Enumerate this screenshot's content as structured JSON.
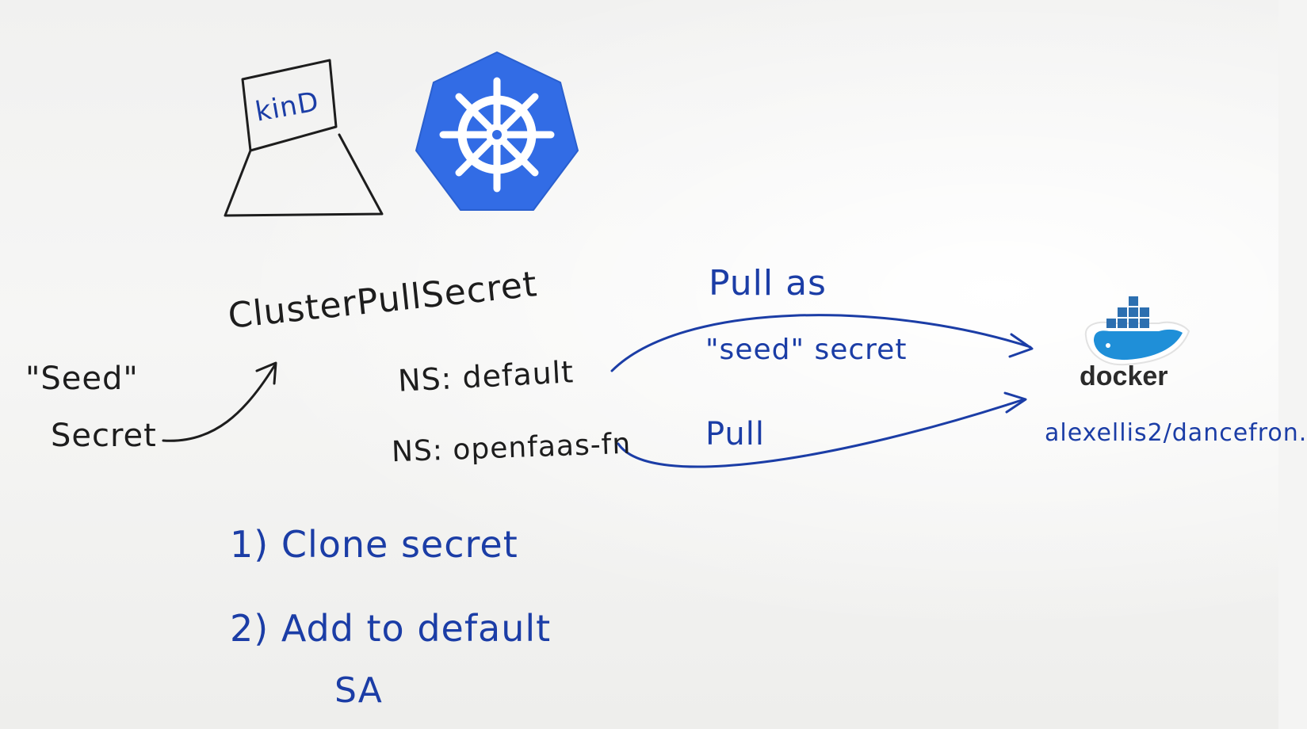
{
  "kind_label": "kinD",
  "seed_label": "\"Seed\"",
  "secret_label": "Secret",
  "cluster_pull_secret": "ClusterPullSecret",
  "ns_default": "NS: default",
  "ns_openfaas": "NS: openfaas-fn",
  "pull_as": "Pull as",
  "seed_secret": "\"seed\" secret",
  "pull": "Pull",
  "docker_logo_text": "docker",
  "registry_image": "alexellis2/dancefron.",
  "steps": [
    "1) Clone secret",
    "2) Add to default",
    "SA"
  ],
  "icons": [
    "kubernetes-logo",
    "docker-whale-logo"
  ],
  "colors": {
    "ink_black": "#1d1d1d",
    "ink_blue": "#1b3da6",
    "kubernetes_blue": "#326ce5",
    "docker_blue": "#2496ed"
  }
}
